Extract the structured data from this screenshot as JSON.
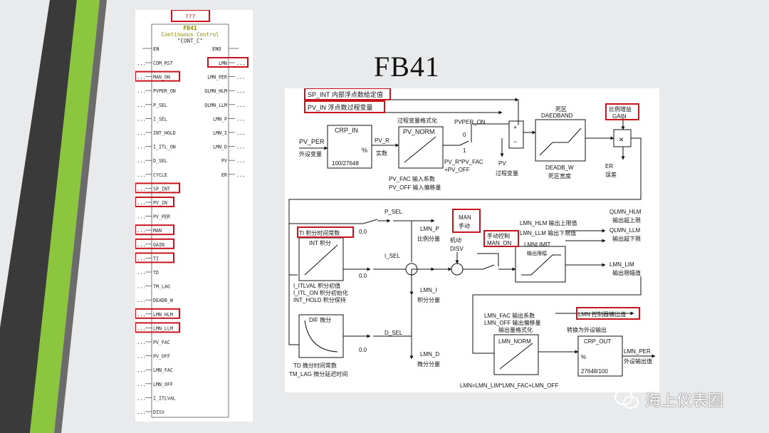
{
  "slide": {
    "title": "FB41"
  },
  "fb_block": {
    "instance": "???",
    "name": "FB41",
    "description": "Continuous Control",
    "symbol": "\"CONT_C\"",
    "en": "EN",
    "eno": "ENO",
    "dots": "...",
    "inputs": [
      "COM_RST",
      "MAN_ON",
      "PVPER_ON",
      "P_SEL",
      "I_SEL",
      "INT_HOLD",
      "I_ITL_ON",
      "D_SEL",
      "CYCLE",
      "SP_INT",
      "PV_IN",
      "PV_PER",
      "MAN",
      "GAIN",
      "TI",
      "TD",
      "TM_LAG",
      "DEADB_W",
      "LMN_HLM",
      "LMN_LLM",
      "PV_FAC",
      "PV_OFF",
      "LMN_FAC",
      "LMN_OFF",
      "I_ITLVAL",
      "DISV"
    ],
    "outputs": [
      "LMN",
      "LMN_PER",
      "QLMN_HLM",
      "QLMN_LLM",
      "LMN_P",
      "LMN_I",
      "LMN_D",
      "PV",
      "ER"
    ]
  },
  "diagram": {
    "sp_int": "SP_INT 内部浮点数给定值",
    "pv_in": "PV_IN 浮点数过程变量",
    "pv_per": "PV_PER",
    "pv_per_cn": "外设变量",
    "crp_in": "CRP_IN",
    "crp_in_pct": "%",
    "crp_in_scale": "100/27648",
    "pv_r": "PV_R",
    "pv_r_cn": "实数",
    "pv_norm_caption": "过程变量格式化",
    "pv_norm": "PV_NORM",
    "pvper_on": "PVPER_ON",
    "switch_0": "0",
    "switch_1": "1",
    "pv_r_fac": "PV_R*PV_FAC",
    "pv_off_sum": "+PV_OFF",
    "pv_fac": "PV_FAC  输入系数",
    "pv_off": "PV_OFF  输入偏移量",
    "plus": "+",
    "minus": "−",
    "pv_out": "PV",
    "pv_out_cn": "过程变量",
    "deadband_caption": "死区",
    "deadband": "DAEDBAND",
    "deadb_w": "DEADB_W",
    "deadb_w_cn": "死区宽度",
    "gain_cn": "比例增益",
    "gain": "GAIN",
    "multiply": "×",
    "er": "ER",
    "er_cn": "误差",
    "p_sel": "P_SEL",
    "zero_const": "0.0",
    "lmn_p": "LMN_P",
    "lmn_p_cn": "比例分量",
    "ti": "TI 积分时间常数",
    "int_block": "INT 积分",
    "i_sel": "I_SEL",
    "i_itlval": "I_ITLVAL 积分初值",
    "i_itl_on": "I_ITL_ON 积分初始化",
    "int_hold": "INT_HOLD 积分保持",
    "lmn_i": "LMN_I",
    "lmn_i_cn": "积分分量",
    "dif_block": "DIF 微分",
    "d_sel": "D_SEL",
    "td": "TD 微分时间常数",
    "tm_lag": "TM_LAG 微分延迟时间",
    "lmn_d": "LMN_D",
    "lmn_d_cn": "微分分量",
    "man": "MAN",
    "man_cn": "手动",
    "jidong": "机动",
    "disv": "DISV",
    "man_ctrl_cn": "手动控制",
    "man_on": "MAN_ON",
    "lmn_hlm": "LMN_HLM 输出上限值",
    "lmn_llm": "LMN_LLM 输出下限值",
    "lmnlimit": "LMNLIMIT",
    "lmnlimit_cn": "输出限幅",
    "qlmn_hlm": "QLMN_HLM",
    "qlmn_hlm_cn": "输出超上限",
    "qlmn_llm": "QLMN_LLM",
    "qlmn_llm_cn": "输出超下限",
    "lmn_lim": "LMN_LIM",
    "lmn_lim_cn": "输出限幅值",
    "lmn_fac": "LMN_FAC  输出系数",
    "lmn_off": "LMN_OFF  输出偏移量",
    "lmn_norm_caption": "输出量格式化",
    "lmn_norm": "LMN_NORM",
    "lmn_out": "LMN 控制器输出值",
    "crp_out_caption": "转换为外设输出",
    "crp_out": "CRP_OUT",
    "crp_out_pct": "%",
    "crp_out_scale": "27648/100",
    "lmn_per": "LMN_PER",
    "lmn_per_cn": "外设输出值",
    "formula": "LMN=LMN_LIM*LMN_FAC+LMN_OFF"
  },
  "watermark": {
    "text": "海上仪表圈"
  },
  "colors": {
    "highlight": "#c8141e",
    "accent_green": "#8cc63f",
    "accent_dark": "#3a3a3a",
    "fb_title": "#8a8a00"
  }
}
